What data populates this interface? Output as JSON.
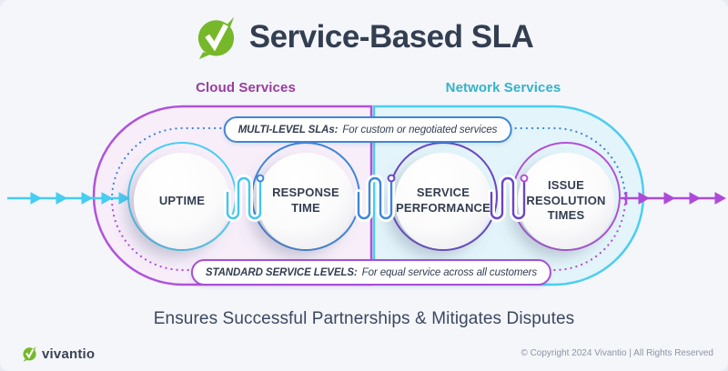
{
  "header": {
    "title": "Service-Based SLA"
  },
  "sections": {
    "cloud": "Cloud Services",
    "network": "Network Services"
  },
  "banners": {
    "top": {
      "label": "MULTI-LEVEL SLAs:",
      "description": "For custom or negotiated services"
    },
    "bottom": {
      "label": "STANDARD SERVICE LEVELS:",
      "description": "For equal service across all customers"
    }
  },
  "nodes": [
    {
      "label": "UPTIME"
    },
    {
      "label": "RESPONSE TIME"
    },
    {
      "label": "SERVICE PERFORMANCE"
    },
    {
      "label": "ISSUE RESOLUTION TIMES"
    }
  ],
  "subtitle": "Ensures Successful Partnerships & Mitigates Disputes",
  "footer": {
    "brand": "vivantio",
    "copyright": "© Copyright 2024 Vivantio | All Rights Reserved"
  },
  "colors": {
    "navy_text": "#333e51",
    "cloud_purple": "#9a3da0",
    "network_teal": "#35b2c9",
    "cyan": "#4ccdf1",
    "blue": "#3f86d8",
    "violet": "#6a45c6",
    "magenta": "#b44fd6",
    "arrow_in": "#45cdf2",
    "arrow_out": "#ad4bd8",
    "left_fill": "#f7eefa",
    "right_fill": "#e3f5fa",
    "brand_green": "#76b82a"
  }
}
